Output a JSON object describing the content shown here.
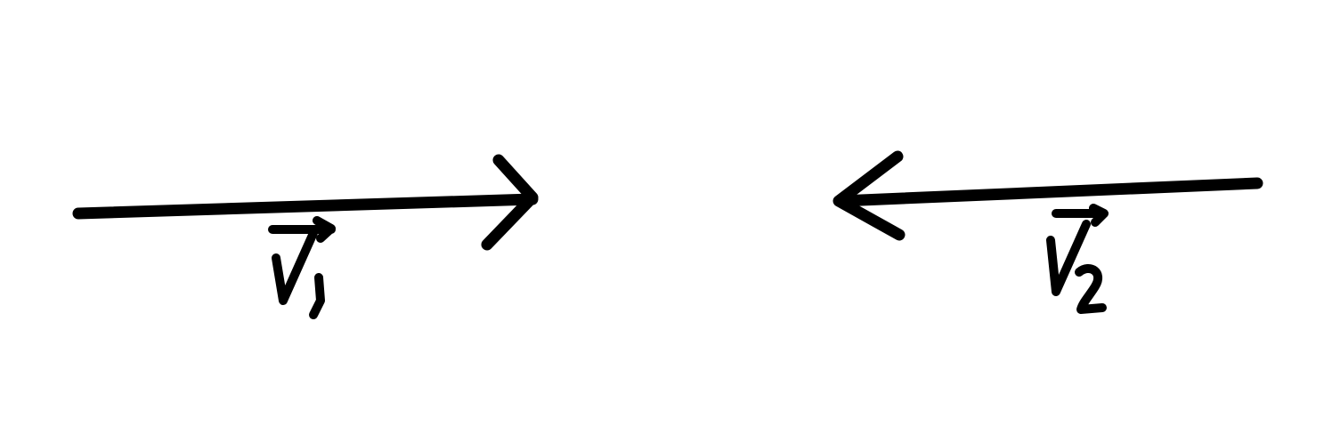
{
  "diagram": {
    "colors": {
      "stroke": "#000000",
      "background": "#ffffff"
    },
    "vectors": [
      {
        "label": "V1",
        "direction": "right"
      },
      {
        "label": "V2",
        "direction": "left"
      }
    ]
  }
}
